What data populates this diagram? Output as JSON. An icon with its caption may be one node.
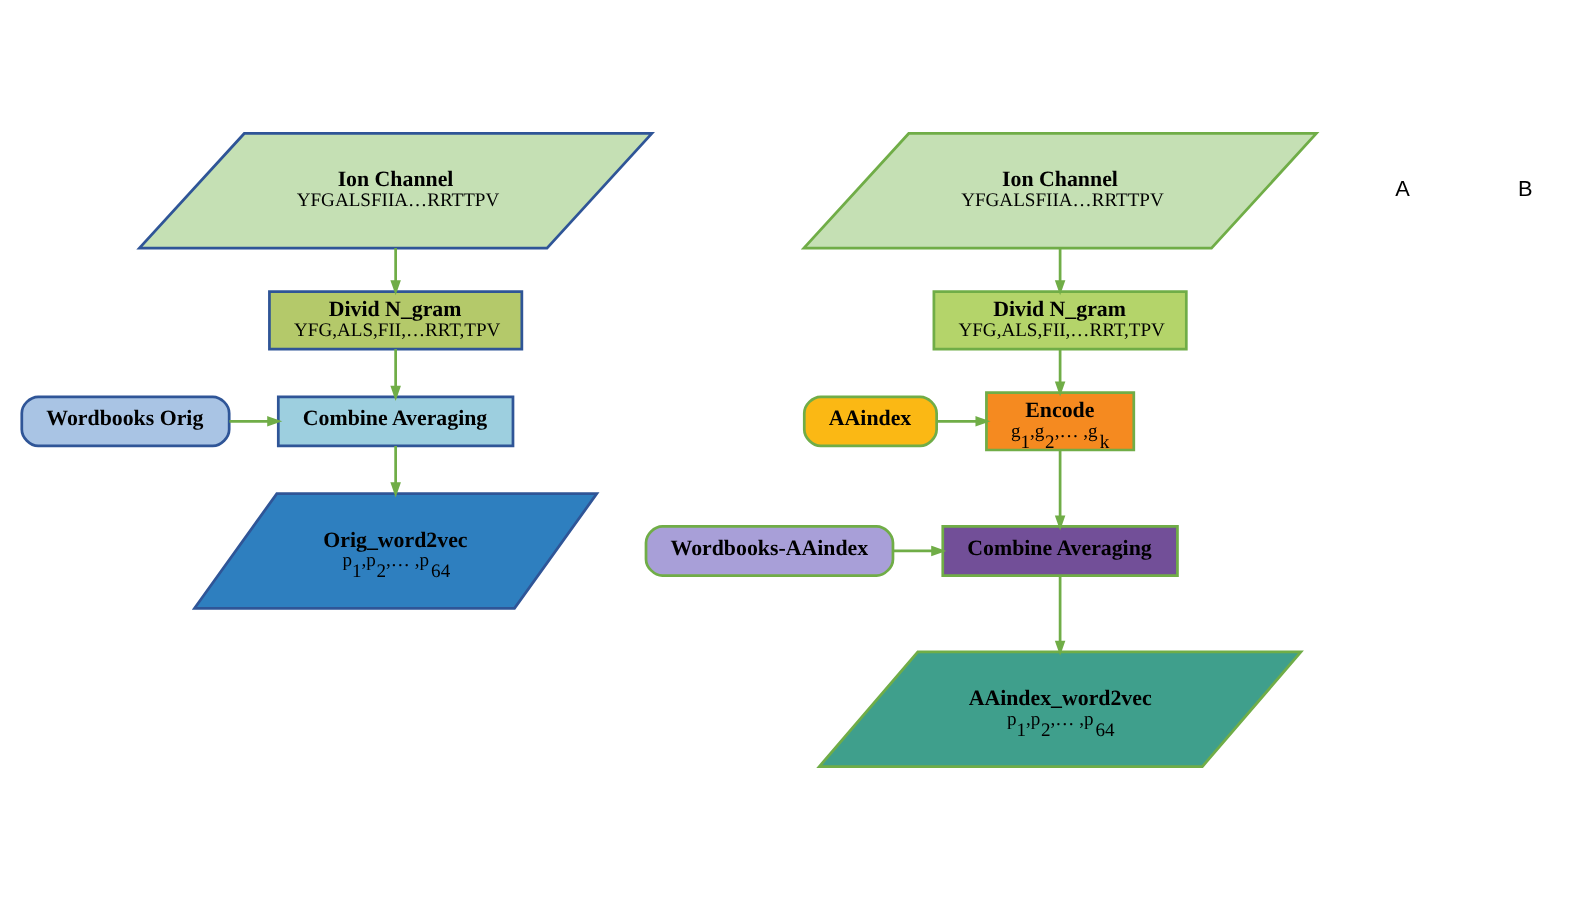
{
  "diagram": {
    "nodes": [
      {
        "text": [
          "Ion Channel",
          "YFGALSFIIA…RRTTPV"
        ]
      },
      {
        "text": [
          "Divid N_gram",
          "YFG,ALS,FII,…RRT,TPV"
        ]
      },
      {
        "text": [
          "Wordbooks Orig"
        ]
      },
      {
        "text": [
          "Combine Averaging"
        ]
      },
      {
        "text": [
          "Orig_word2vec",
          "p$_{1}$,p$_{2}$,… ,p$_{64}$"
        ]
      },
      {
        "text": [
          "Ion Channel",
          "YFGALSFIIA…RRTTPV"
        ]
      },
      {
        "text": [
          "Divid N_gram",
          "YFG,ALS,FII,…RRT,TPV"
        ]
      },
      {
        "text": [
          "AAindex"
        ]
      },
      {
        "text": [
          "Encode",
          "g$_{1}$,g$_{2}$,… ,g$_{k}$"
        ]
      },
      {
        "text": [
          "Wordbooks-AAindex"
        ]
      },
      {
        "text": [
          "Combine Averaging"
        ]
      },
      {
        "text": [
          "AAindex_word2vec",
          "p$_{1}$,p$_{2}$,… ,p$_{64}$"
        ]
      }
    ],
    "edges": [
      {
        "from": 0,
        "to": 1,
        "arrow": "to"
      },
      {
        "from": 1,
        "to": 3,
        "arrow": "to"
      },
      {
        "from": 2,
        "to": 3,
        "arrow": "to"
      },
      {
        "from": 3,
        "to": 4,
        "arrow": "to"
      },
      {
        "from": 5,
        "to": 6,
        "arrow": "to"
      },
      {
        "from": 6,
        "to": 8,
        "arrow": "to"
      },
      {
        "from": 7,
        "to": 8,
        "arrow": "to"
      },
      {
        "from": 8,
        "to": 10,
        "arrow": "to"
      },
      {
        "from": 9,
        "to": 10,
        "arrow": "to"
      },
      {
        "from": 10,
        "to": 11,
        "arrow": "to"
      }
    ],
    "labels": [
      "A",
      "B"
    ]
  }
}
